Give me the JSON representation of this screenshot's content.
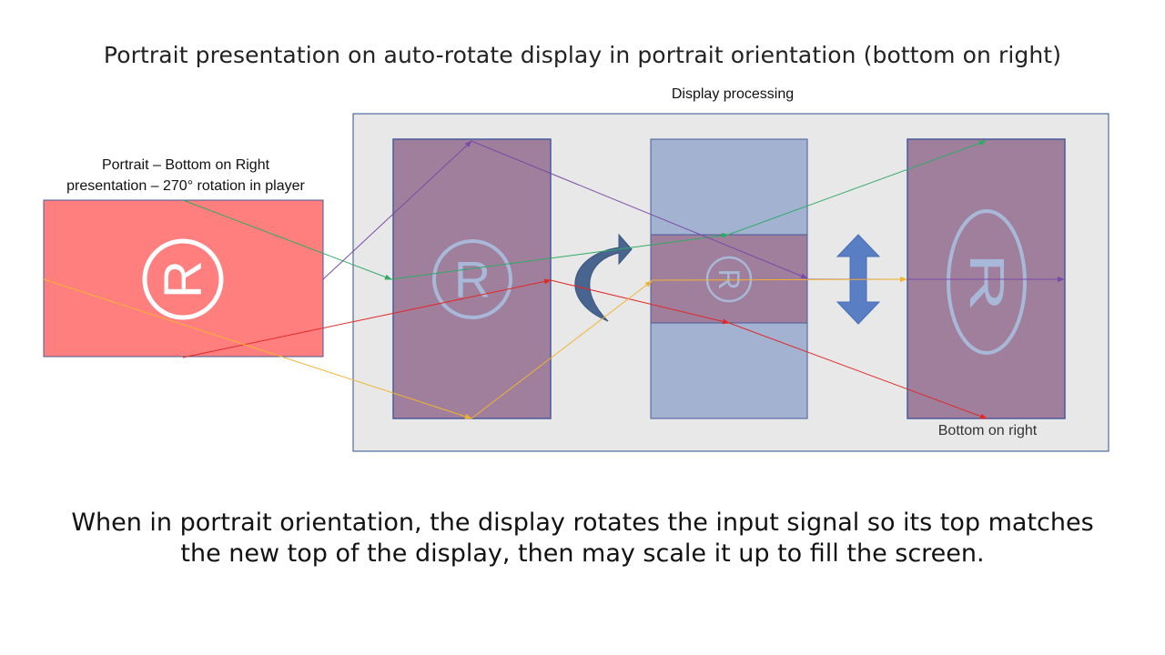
{
  "title": "Portrait presentation on auto-rotate display in portrait orientation (bottom on right)",
  "source": {
    "label_line1": "Portrait – Bottom on Right",
    "label_line2": "presentation – 270° rotation in player"
  },
  "processing": {
    "label": "Display processing"
  },
  "output": {
    "label": "Bottom on right"
  },
  "caption": {
    "line1": "When in portrait orientation, the display rotates the input signal so its top matches",
    "line2": "the new top of the display, then may scale it up to fill the screen."
  },
  "symbols": {
    "registered_mark": "R"
  },
  "icons": {
    "rotate": "curved-arrow-rotate-icon",
    "scale": "double-vertical-arrow-icon"
  },
  "colors": {
    "source_fill": "#ff7f7f",
    "frame_fill": "#a07f9c",
    "frame_stroke": "#4a5a9a",
    "middle_outer_fill": "#a2b2d0",
    "processing_bg": "#e8e8e8",
    "processing_border": "#2f4f8f",
    "rotate_arrow": "#4a6490",
    "scale_arrow": "#5a7ec4",
    "line_green": "#2eaa66",
    "line_purple": "#7a4aa8",
    "line_red": "#e02828",
    "line_orange": "#f0b430"
  }
}
